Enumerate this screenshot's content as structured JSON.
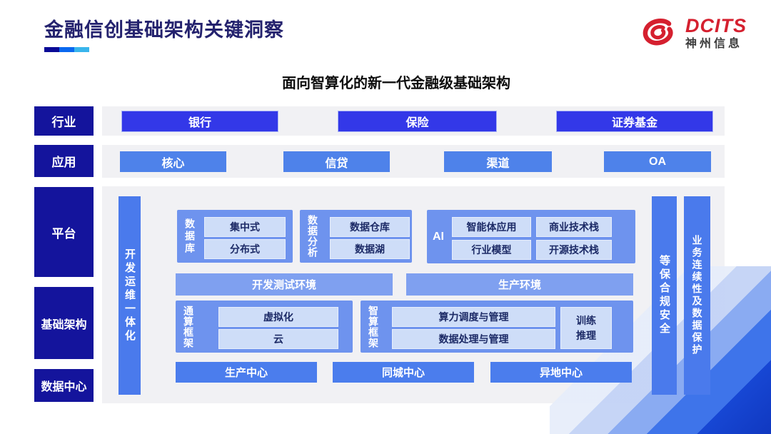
{
  "header": {
    "title": "金融信创基础架构关键洞察",
    "subtitle": "面向智算化的新一代金融级基础架构",
    "logo": {
      "brand": "DCITS",
      "company": "神州信息",
      "icon": "swirl-icon"
    }
  },
  "rows": {
    "industry": {
      "label": "行业",
      "items": [
        "银行",
        "保险",
        "证券基金"
      ]
    },
    "application": {
      "label": "应用",
      "items": [
        "核心",
        "信贷",
        "渠道",
        "OA"
      ]
    },
    "platform": {
      "label": "平台"
    },
    "infrastructure": {
      "label": "基础架构"
    },
    "datacenter": {
      "label": "数据中心"
    }
  },
  "panel": {
    "devops_bar": "开发运维一体化",
    "compliance_bar": "等保合规安全",
    "continuity_bar": "业务连续性及数据保护",
    "database": {
      "label": "数据库",
      "items": [
        "集中式",
        "分布式"
      ]
    },
    "analytics": {
      "label": "数据分析",
      "items": [
        "数据仓库",
        "数据湖"
      ]
    },
    "ai": {
      "label": "AI",
      "items": [
        "智能体应用",
        "商业技术栈",
        "行业模型",
        "开源技术栈"
      ]
    },
    "environments": [
      "开发测试环境",
      "生产环境"
    ],
    "general_compute": {
      "label": "通算框架",
      "items": [
        "虚拟化",
        "云"
      ]
    },
    "intelligent_compute": {
      "label": "智算框架",
      "items": [
        "算力调度与管理",
        "数据处理与管理"
      ],
      "side_lines": [
        "训练",
        "推理"
      ]
    },
    "centers": [
      "生产中心",
      "同城中心",
      "异地中心"
    ]
  },
  "colors": {
    "title_navy": "#24226e",
    "label_navy": "#14149c",
    "industry_button_blue": "#3338e8",
    "app_button_blue": "#4e82ea",
    "vertical_bar_blue": "#4a7aec",
    "group_box_blue": "#6e93ee",
    "env_bar_blue": "#7fa0f0",
    "inner_box_light": "#ceddf8",
    "inner_text_navy": "#1c2a66",
    "panel_gray": "#f1f1f4",
    "logo_red": "#d5202f",
    "underline_colors": [
      "#0a0a96",
      "#0a68ef",
      "#39b5ec"
    ]
  }
}
